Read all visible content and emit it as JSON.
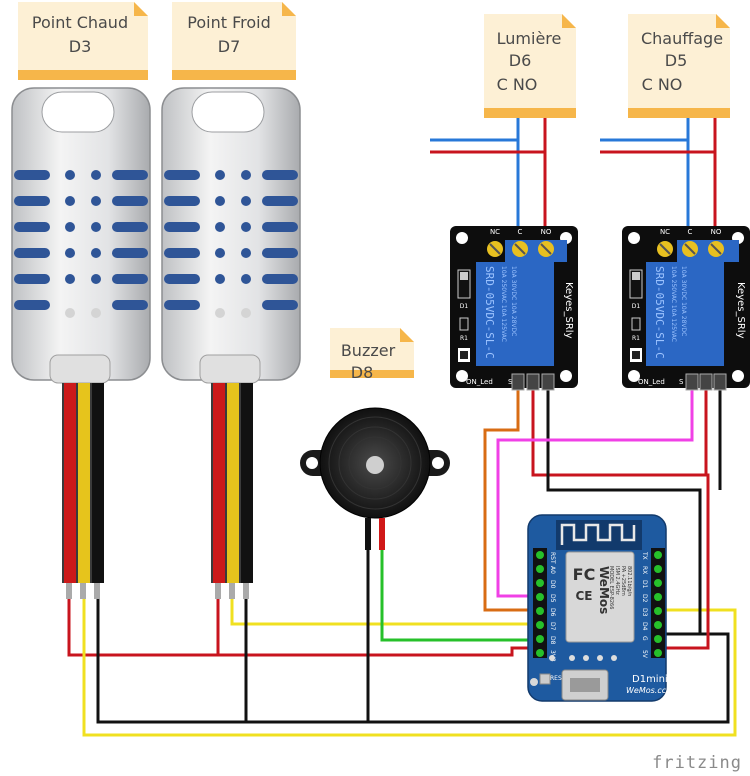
{
  "notes": {
    "point_chaud": {
      "line1": "Point Chaud",
      "line2": "D3"
    },
    "point_froid": {
      "line1": "Point Froid",
      "line2": "D7"
    },
    "lumiere": {
      "line1": "Lumière",
      "line2": "D6",
      "line3": "C NO"
    },
    "chauffage": {
      "line1": "Chauffage",
      "line2": "D5",
      "line3": "C NO"
    },
    "buzzer": {
      "line1": "Buzzer",
      "line2": "D8"
    }
  },
  "relay": {
    "terminal_nc": "NC",
    "terminal_c": "C",
    "terminal_no": "NO",
    "model": "SRD-05VDC-SL-C",
    "rating1": "10A 250VAC  10A 125VAC",
    "rating2": "10A 30VDC   10A 28VDC",
    "brand": "Keyes_SRly",
    "led_label": "ON_Led",
    "pin_s": "S",
    "d1": "D1",
    "r1": "R1"
  },
  "board": {
    "left_pins": [
      "RST",
      "A0",
      "D0",
      "D5",
      "D6",
      "D7",
      "D8",
      "3V3"
    ],
    "right_pins": [
      "TX",
      "RX",
      "D1",
      "D2",
      "D3",
      "D4",
      "G",
      "5V"
    ],
    "fc_logo": "FC",
    "ce_logo": "CE",
    "brand": "WeMos",
    "module_lines": [
      "MODEL ESP-8266",
      "ISM 2.4GHz",
      "PA +25dBm",
      "802.11b/g/n"
    ],
    "reset_label": "RESET",
    "name": "D1mini",
    "website": "WeMos.cc"
  },
  "footer": {
    "brand": "fritzing"
  },
  "colors": {
    "note_fill": "#fdf0d5",
    "note_fold": "#f6b64a",
    "board_blue": "#1e5aa0",
    "relay_blue": "#2b67c4",
    "wire_red": "#c8141e",
    "wire_black": "#111111",
    "wire_yellow": "#f0e020",
    "wire_green": "#26c02a",
    "wire_orange": "#d86c14",
    "wire_magenta": "#f040e6",
    "wire_blue": "#2878d8"
  }
}
